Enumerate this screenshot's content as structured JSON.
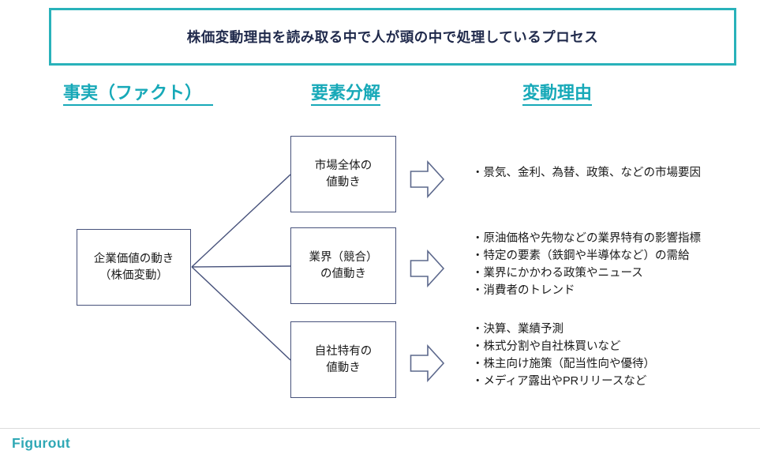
{
  "title": "株価変動理由を読み取る中で人が頭の中で処理しているプロセス",
  "columns": {
    "fact": "事実（ファクト）",
    "decomposition": "要素分解",
    "reason": "変動理由"
  },
  "source_box": {
    "line1": "企業価値の動き",
    "line2": "（株価変動）"
  },
  "factor_boxes": [
    {
      "line1": "市場全体の",
      "line2": "値動き"
    },
    {
      "line1": "業界（競合）",
      "line2": "の値動き"
    },
    {
      "line1": "自社特有の",
      "line2": "値動き"
    }
  ],
  "reason_groups": [
    {
      "items": [
        "・景気、金利、為替、政策、などの市場要因"
      ]
    },
    {
      "items": [
        "・原油価格や先物などの業界特有の影響指標",
        "・特定の要素（鉄鋼や半導体など）の需給",
        "・業界にかかわる政策やニュース",
        "・消費者のトレンド"
      ]
    },
    {
      "items": [
        "・決算、業績予測",
        "・株式分割や自社株買いなど",
        "・株主向け施策（配当性向や優待）",
        "・メディア露出やPRリリースなど"
      ]
    }
  ],
  "footer": {
    "logo_text": "Figurout"
  },
  "colors": {
    "teal_accent": "#17A9B8",
    "title_text": "#1F294B",
    "shape_border": "#47527B",
    "body_text": "#1A1A1A",
    "divider": "#DCDCDC"
  }
}
